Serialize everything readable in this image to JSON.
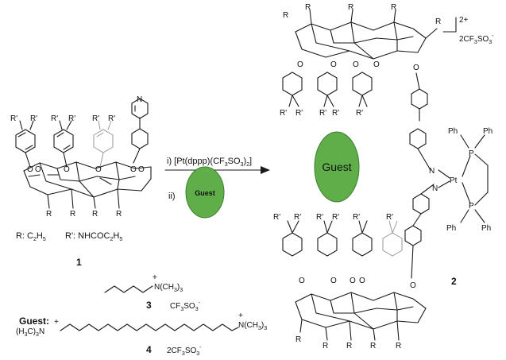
{
  "scheme": {
    "compound1": {
      "number": "1",
      "r_def": "R: C",
      "r_sub": "2",
      "r_tail": "H",
      "r_sub2": "5",
      "rp_def": "R': NHCOC",
      "rp_sub": "2",
      "rp_tail": "H",
      "rp_sub2": "5",
      "sub_r": "R",
      "sub_rp": "R'"
    },
    "arrow": {
      "step1": "i) [Pt(dppp)(CF",
      "step1_sub": "3",
      "step1_mid": "SO",
      "step1_sub2": "3",
      "step1_end": ")",
      "step1_sub3": "2",
      "step1_close": "]",
      "step2": "ii)",
      "guest_label": "Guest"
    },
    "product": {
      "number": "2",
      "charge": "2+",
      "counterion": "2CF",
      "counterion_sub": "3",
      "counterion_mid": "SO",
      "counterion_sub2": "3",
      "counterion_sup": "-",
      "guest_label": "Guest",
      "pt": "Pt",
      "p": "P",
      "n": "N",
      "ph": "Ph"
    },
    "guests": {
      "heading": "Guest:",
      "g3": {
        "number": "3",
        "plus": "+",
        "amine": "N(CH",
        "amine_sub": "3",
        "amine_end": ")",
        "amine_sub2": "3",
        "anion": "CF",
        "anion_sub": "3",
        "anion_mid": "SO",
        "anion_sub2": "3",
        "anion_sup": "-"
      },
      "g4": {
        "number": "4",
        "plus": "+",
        "left_amine": "(H",
        "left_sub": "3",
        "left_mid": "C)",
        "left_sub2": "3",
        "left_end": "N",
        "right_amine": "N(CH",
        "right_sub": "3",
        "right_end": ")",
        "right_sub2": "3",
        "anion": "2CF",
        "anion_sub": "3",
        "anion_mid": "SO",
        "anion_sub2": "3",
        "anion_sup": "-"
      }
    }
  },
  "colors": {
    "guest_fill": "#5fae4a",
    "bond": "#1a1a1a"
  }
}
